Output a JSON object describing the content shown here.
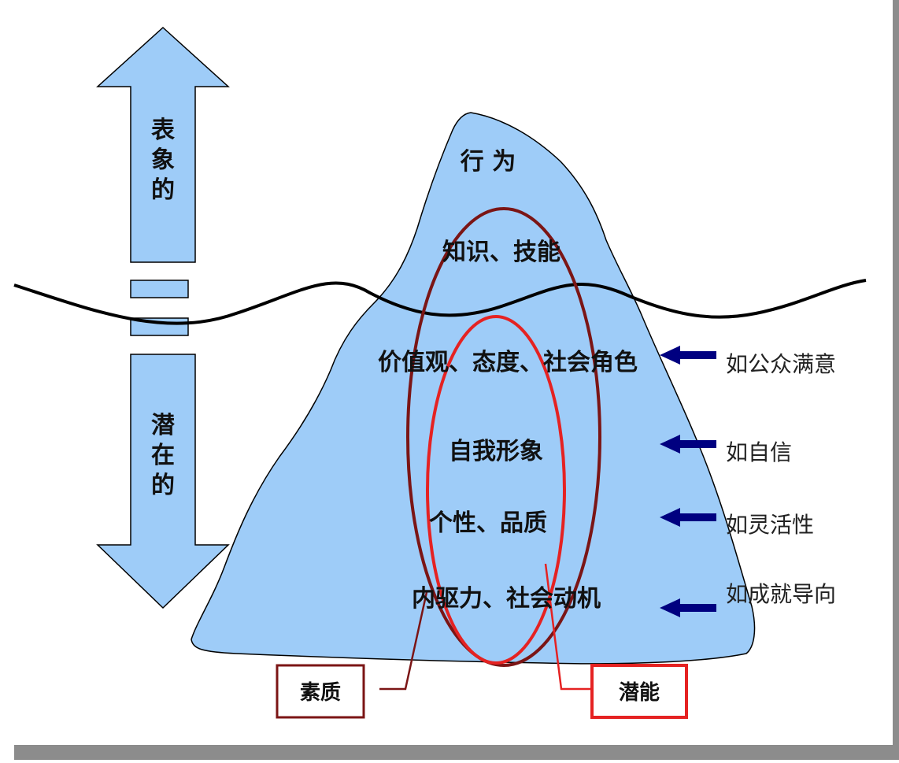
{
  "diagram": {
    "up_arrow_label": "表象的",
    "down_arrow_label": "潜在的",
    "layers": [
      "行 为",
      "知识、技能",
      "价值观、态度、社会角色",
      "自我形象",
      "个性、品质",
      "内驱力、社会动机"
    ],
    "examples": [
      "如公众满意",
      "如自信",
      "如灵活性",
      "如成就导向"
    ],
    "callouts": {
      "suzhi": "素质",
      "qianneng": "潜能"
    }
  },
  "colors": {
    "iceberg_fill": "#9ECCF8",
    "arrow_fill": "#9ECCF8",
    "outline": "#000000",
    "dark_red": "#7B1515",
    "bright_red": "#E52222",
    "navy_arrow": "#000080",
    "bottom_bar": "#8C8C8C"
  }
}
